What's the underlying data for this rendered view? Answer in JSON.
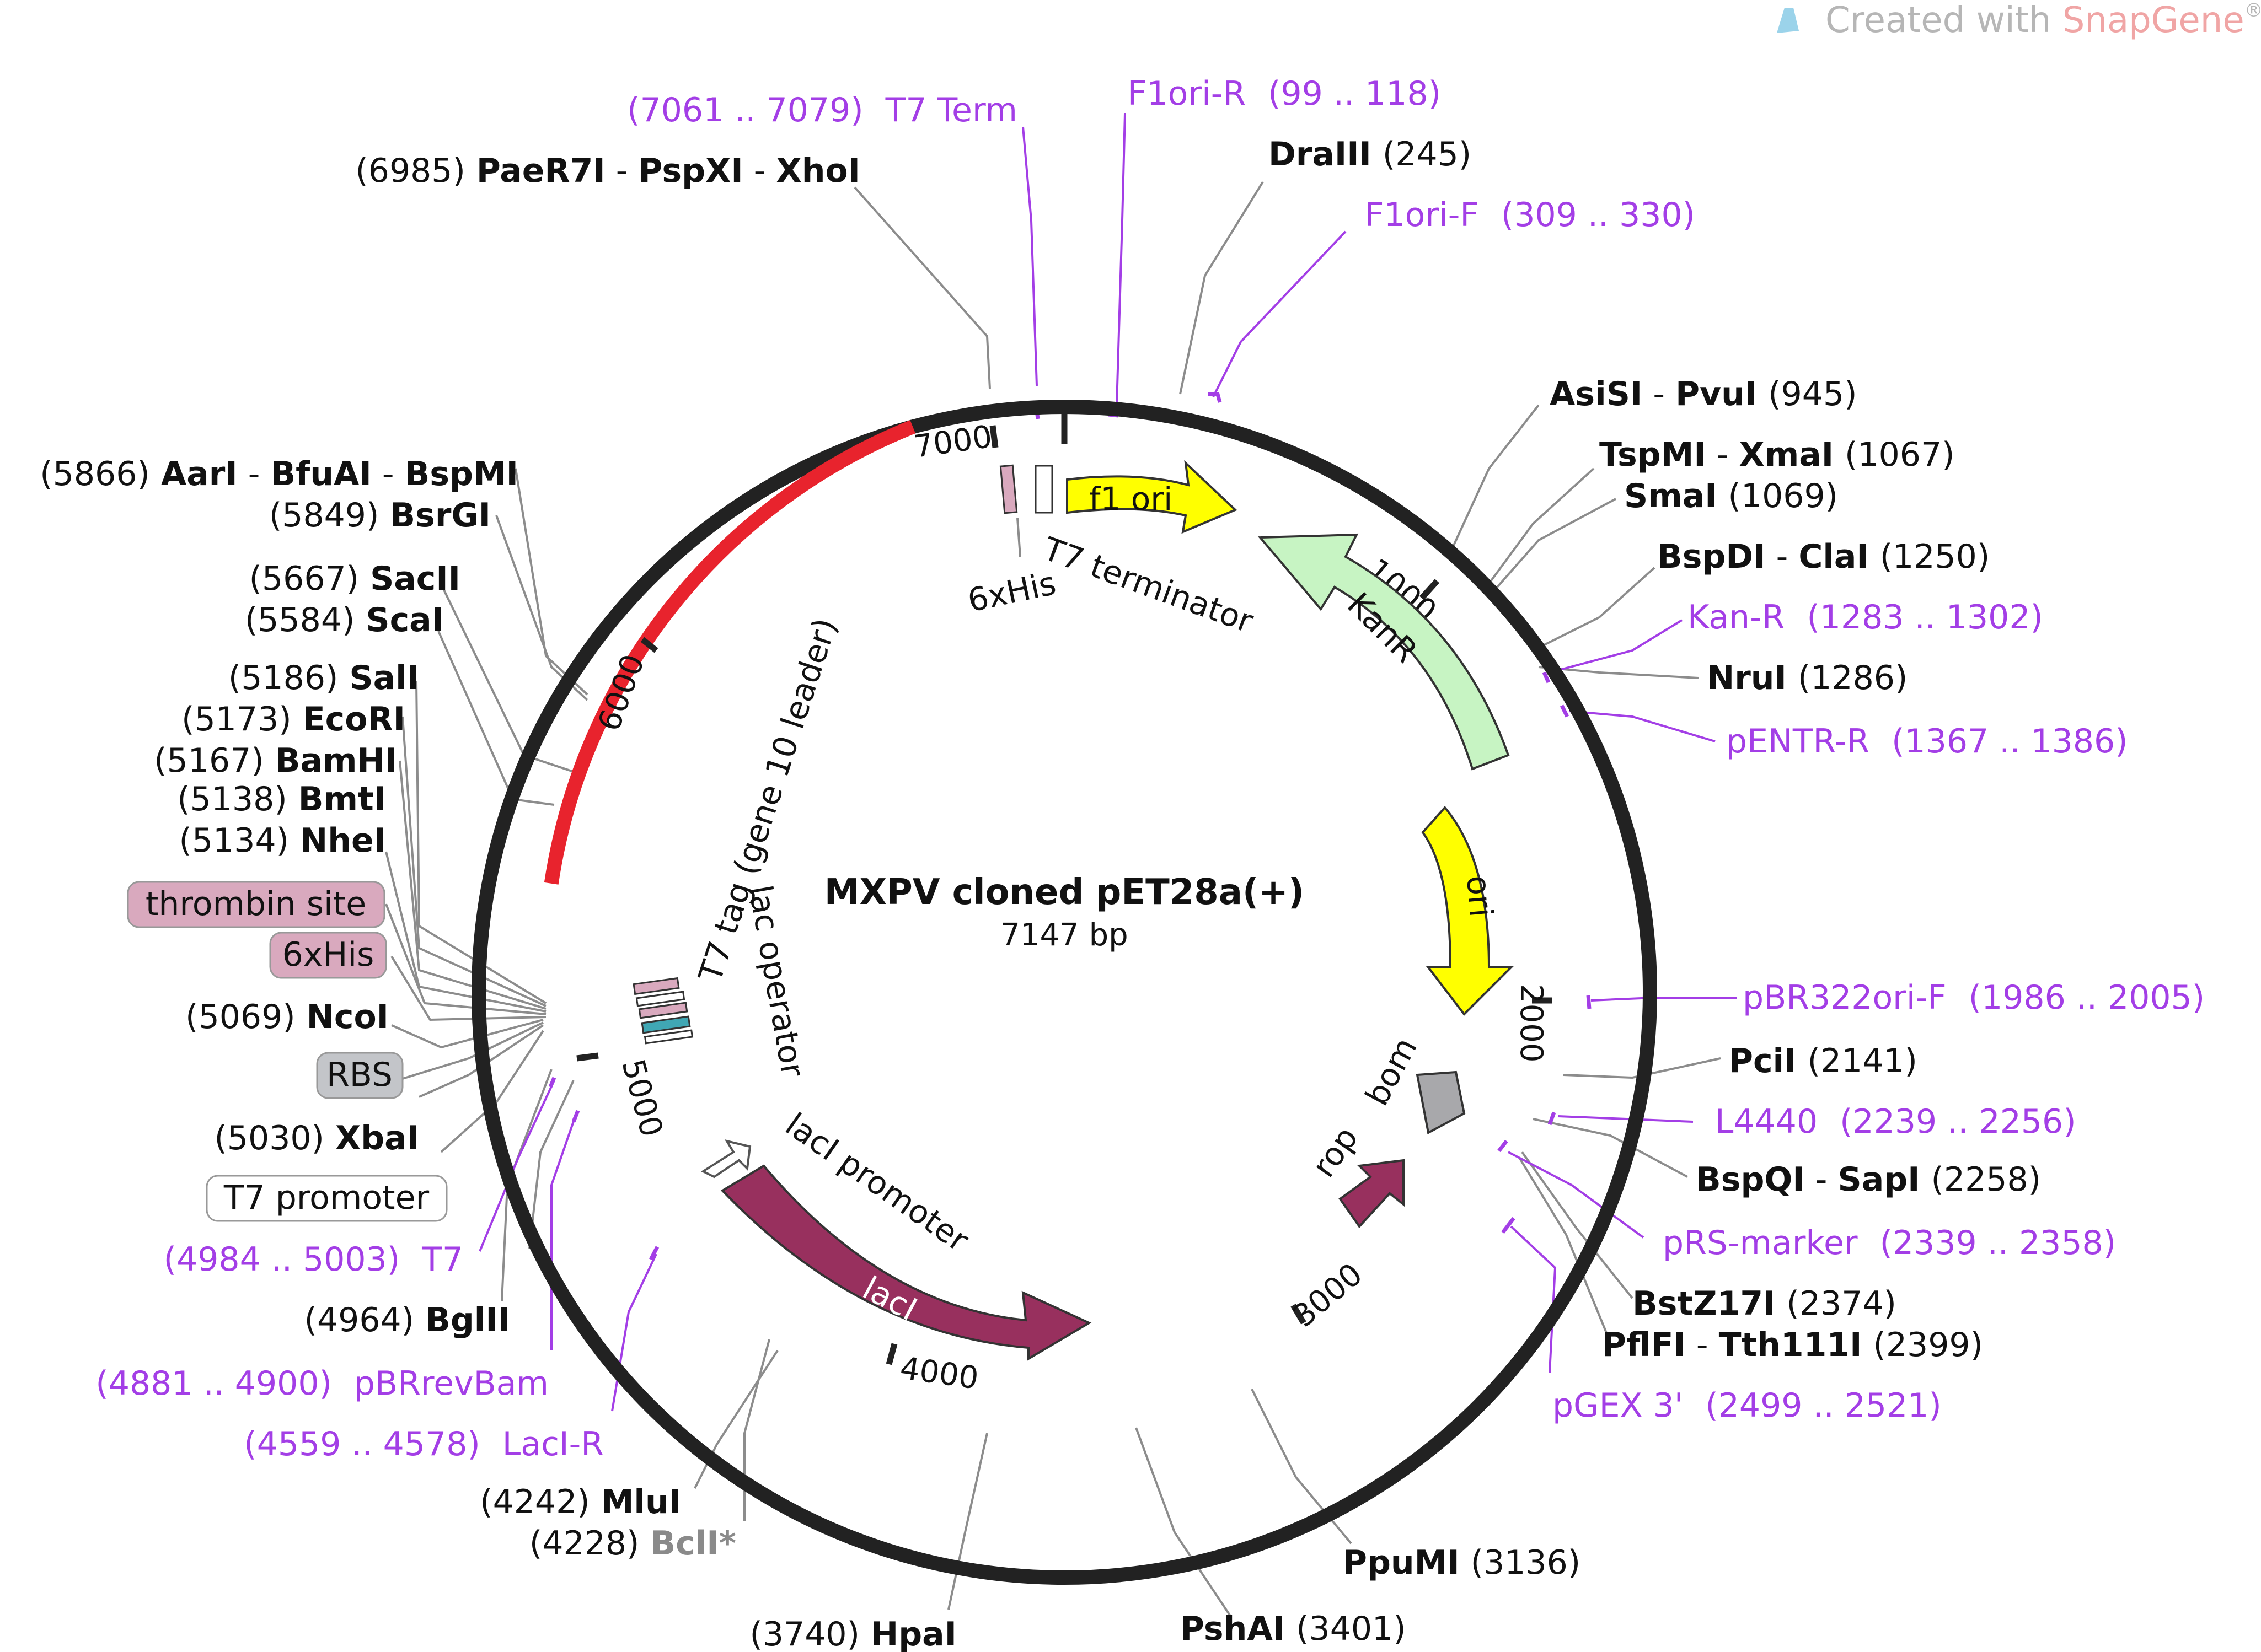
{
  "watermark": {
    "prefix": "Created with ",
    "brand": "SnapGene",
    "mark": "®"
  },
  "plasmid": {
    "name": "MXPV cloned pET28a(+)",
    "length": "7147 bp"
  },
  "ring_ticks": [
    "1000",
    "2000",
    "3000",
    "4000",
    "5000",
    "6000",
    "7000"
  ],
  "colors": {
    "backbone": "#222222",
    "insert": "#e8232d",
    "primer": "#a33ee6",
    "f1_ori": "#ffff00",
    "kanr": "#c7f4c3",
    "ori": "#ffff00",
    "laci": "#98305e",
    "rop": "#98305e",
    "bom": "#a8a8ab",
    "tag_pink": "#d9a9be",
    "tag_teal": "#40a7b4"
  },
  "site_labels": [
    {
      "pos": "(245)",
      "names": [
        "DraIII"
      ],
      "kind": "enzyme"
    },
    {
      "pos": "(945)",
      "names": [
        "AsiSI",
        "PvuI"
      ],
      "kind": "enzyme"
    },
    {
      "pos": "(1067)",
      "names": [
        "TspMI",
        "XmaI"
      ],
      "kind": "enzyme"
    },
    {
      "pos": "(1069)",
      "names": [
        "SmaI"
      ],
      "kind": "enzyme"
    },
    {
      "pos": "(1250)",
      "names": [
        "BspDI",
        "ClaI"
      ],
      "kind": "enzyme"
    },
    {
      "pos": "(1286)",
      "names": [
        "NruI"
      ],
      "kind": "enzyme"
    },
    {
      "pos": "(2141)",
      "names": [
        "PciI"
      ],
      "kind": "enzyme"
    },
    {
      "pos": "(2258)",
      "names": [
        "BspQI",
        "SapI"
      ],
      "kind": "enzyme"
    },
    {
      "pos": "(2374)",
      "names": [
        "BstZ17I"
      ],
      "kind": "enzyme"
    },
    {
      "pos": "(2399)",
      "names": [
        "PflFI",
        "Tth111I"
      ],
      "kind": "enzyme"
    },
    {
      "pos": "(3136)",
      "names": [
        "PpuMI"
      ],
      "kind": "enzyme"
    },
    {
      "pos": "(3401)",
      "names": [
        "PshAI"
      ],
      "kind": "enzyme"
    },
    {
      "pos": "(3740)",
      "names": [
        "HpaI"
      ],
      "kind": "enzyme"
    },
    {
      "pos": "(4228)",
      "names": [
        "BclI*"
      ],
      "kind": "dim"
    },
    {
      "pos": "(4242)",
      "names": [
        "MluI"
      ],
      "kind": "enzyme"
    },
    {
      "pos": "(4964)",
      "names": [
        "BglII"
      ],
      "kind": "enzyme"
    },
    {
      "pos": "(5030)",
      "names": [
        "XbaI"
      ],
      "kind": "enzyme"
    },
    {
      "pos": "(5069)",
      "names": [
        "NcoI"
      ],
      "kind": "enzyme"
    },
    {
      "pos": "(5134)",
      "names": [
        "NheI"
      ],
      "kind": "enzyme"
    },
    {
      "pos": "(5138)",
      "names": [
        "BmtI"
      ],
      "kind": "enzyme"
    },
    {
      "pos": "(5167)",
      "names": [
        "BamHI"
      ],
      "kind": "enzyme"
    },
    {
      "pos": "(5173)",
      "names": [
        "EcoRI"
      ],
      "kind": "enzyme"
    },
    {
      "pos": "(5186)",
      "names": [
        "SalI"
      ],
      "kind": "enzyme"
    },
    {
      "pos": "(5584)",
      "names": [
        "ScaI"
      ],
      "kind": "enzyme"
    },
    {
      "pos": "(5667)",
      "names": [
        "SacII"
      ],
      "kind": "enzyme"
    },
    {
      "pos": "(5849)",
      "names": [
        "BsrGI"
      ],
      "kind": "enzyme"
    },
    {
      "pos": "(5866)",
      "names": [
        "AarI",
        "BfuAI",
        "BspMI"
      ],
      "kind": "enzyme"
    },
    {
      "pos": "(6985)",
      "names": [
        "PaeR7I",
        "PspXI",
        "XhoI"
      ],
      "kind": "enzyme"
    }
  ],
  "primer_labels": [
    {
      "name": "F1ori-R",
      "range": "(99 .. 118)"
    },
    {
      "name": "F1ori-F",
      "range": "(309 .. 330)"
    },
    {
      "name": "Kan-R",
      "range": "(1283 .. 1302)"
    },
    {
      "name": "pENTR-R",
      "range": "(1367 .. 1386)"
    },
    {
      "name": "pBR322ori-F",
      "range": "(1986 .. 2005)"
    },
    {
      "name": "L4440",
      "range": "(2239 .. 2256)"
    },
    {
      "name": "pRS-marker",
      "range": "(2339 .. 2358)"
    },
    {
      "name": "pGEX 3'",
      "range": "(2499 .. 2521)"
    },
    {
      "name": "T7",
      "range": "(4984 .. 5003)"
    },
    {
      "name": "pBRrevBam",
      "range": "(4881 .. 4900)"
    },
    {
      "name": "LacI-R",
      "range": "(4559 .. 4578)"
    },
    {
      "name": "T7 Term",
      "range": "(7061 .. 7079)"
    }
  ],
  "feature_boxes": [
    "thrombin site",
    "6xHis",
    "RBS",
    "T7 promoter"
  ],
  "features": {
    "f1_ori": "f1 ori",
    "kanr": "KanR",
    "ori": "ori",
    "laci": "lacI",
    "laci_promoter": "lacI promoter",
    "rop": "rop",
    "bom": "bom",
    "t7_terminator": "T7 terminator",
    "his_tag": "6xHis",
    "t7_tag": "T7 tag (gene 10 leader)",
    "lac_operator": "lac operator"
  }
}
